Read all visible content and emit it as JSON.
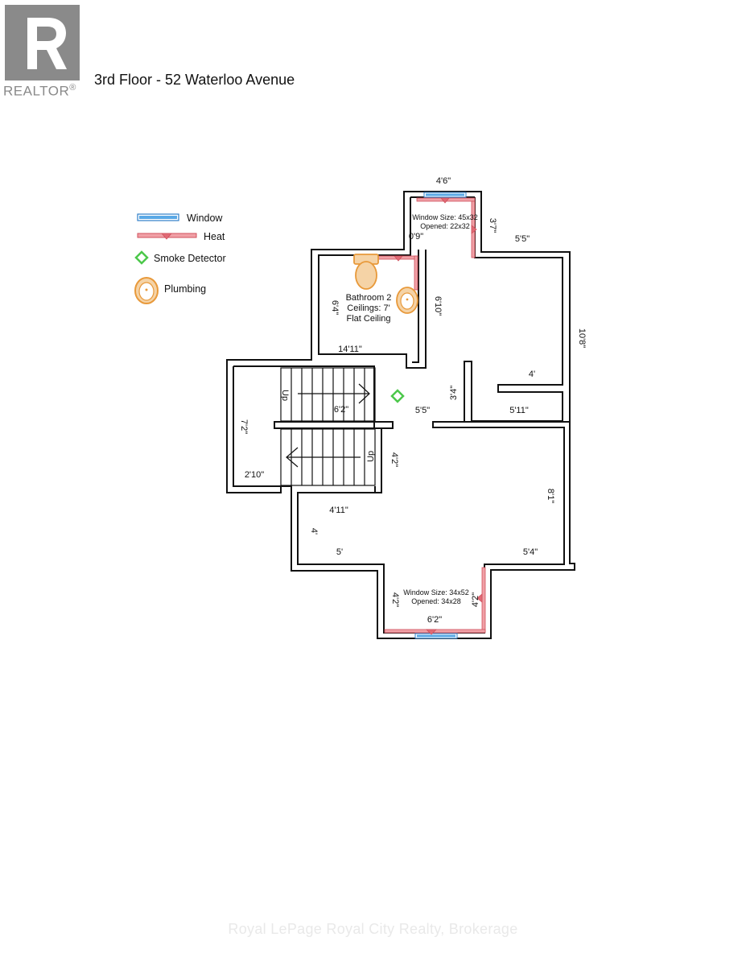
{
  "header": {
    "title": "3rd Floor - 52 Waterloo Avenue",
    "logo": {
      "icon": "realtor-r-logo",
      "wordmark": "REALTOR",
      "mark": "®",
      "color": "#8a8a8a"
    }
  },
  "legend": {
    "items": [
      {
        "label": "Window",
        "icon": "window-symbol",
        "color": "#5aa9e6"
      },
      {
        "label": "Heat",
        "icon": "heat-symbol",
        "color": "#e06a75"
      },
      {
        "label": "Smoke Detector",
        "icon": "smoke-detector-symbol",
        "color": "#4cc84a"
      },
      {
        "label": "Plumbing",
        "icon": "sink-symbol",
        "color": "#e8993a"
      }
    ]
  },
  "rooms": {
    "bathroom": {
      "name": "Bathroom 2",
      "ceilings": "Ceilings: 7'",
      "ceiling_type": "Flat Ceiling"
    }
  },
  "windows": {
    "top": {
      "size": "Window Size: 45x32",
      "opened": "Opened: 22x32"
    },
    "bottom": {
      "size": "Window Size: 34x52",
      "opened": "Opened: 34x28"
    }
  },
  "stairs": {
    "upper_label": "Up",
    "lower_label": "Up"
  },
  "dimensions": {
    "top_window_width": "4'6\"",
    "top_right_wall": "3'7\"",
    "top_small": "0'9\"",
    "top_right_width": "5'5\"",
    "bath_height": "6'4\"",
    "bath_right_height": "6'10\"",
    "right_tall": "10'8\"",
    "bath_width": "14'11\"",
    "closet_depth": "4'",
    "closet_wall": "3'4\"",
    "stair_width": "6'2\"",
    "hall_width": "5'5\"",
    "closet_width": "5'11\"",
    "stair_landing_height": "7'2\"",
    "stair_landing_width": "2'10\"",
    "lower_stair_side": "4'2\"",
    "lower_right_height": "8'1\"",
    "lower_left_width": "4'11\"",
    "lower_left_height": "4'",
    "lower_left_bottom": "5'",
    "lower_right_width": "5'4\"",
    "bay_left": "4'2\"",
    "bay_right": "4'2\"",
    "bay_width": "6'2\""
  },
  "footer": {
    "watermark": "Royal LePage Royal City Realty, Brokerage"
  },
  "colors": {
    "wall": "#111111",
    "window": "#5aa9e6",
    "heat": "#e06a75",
    "smoke": "#4cc84a",
    "plumbing": "#e8993a",
    "toilet": "#f5d3a6"
  }
}
